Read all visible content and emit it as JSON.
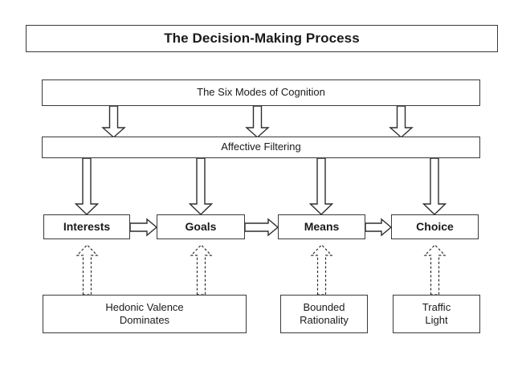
{
  "diagram": {
    "title": "The Decision-Making Process",
    "top_layer": {
      "cognition_label": "The Six Modes of Cognition",
      "filtering_label": "Affective Filtering"
    },
    "stages": [
      {
        "label": "Interests"
      },
      {
        "label": "Goals"
      },
      {
        "label": "Means"
      },
      {
        "label": "Choice"
      }
    ],
    "supports": [
      {
        "line1": "Hedonic Valence",
        "line2": "Dominates"
      },
      {
        "line1": "Bounded",
        "line2": "Rationality"
      },
      {
        "line1": "Traffic",
        "line2": "Light"
      }
    ],
    "colors": {
      "background": "#ffffff",
      "box_border": "#3a3a3a",
      "arrow_stroke": "#2e2e2e",
      "text": "#1a1a1a"
    }
  }
}
